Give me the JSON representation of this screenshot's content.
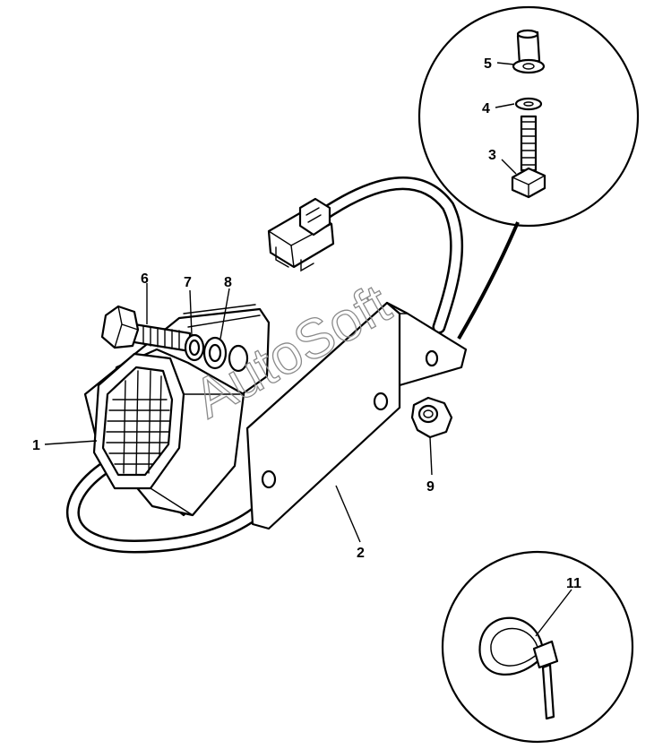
{
  "callouts": {
    "c1": "1",
    "c2": "2",
    "c3": "3",
    "c4": "4",
    "c5": "5",
    "c6": "6",
    "c7": "7",
    "c8": "8",
    "c9": "9",
    "c11": "11"
  },
  "watermark": "AutoSoft"
}
